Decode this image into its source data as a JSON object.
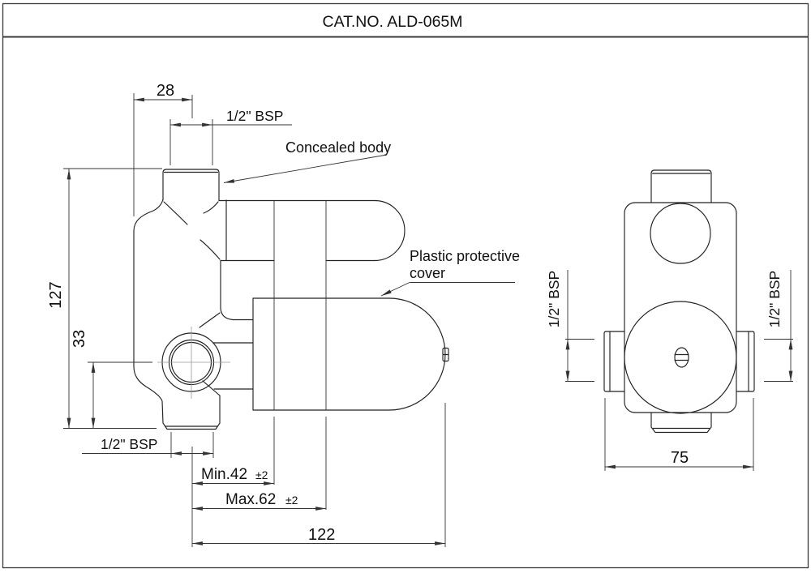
{
  "title_block": {
    "catalog_number": "CAT.NO. ALD-065M"
  },
  "front_view": {
    "callouts": {
      "concealed_body": "Concealed body",
      "protective_cover_line1": "Plastic protective",
      "protective_cover_line2": "cover"
    },
    "dimensions": {
      "top_offset": "28",
      "top_thread": "1/2\" BSP",
      "overall_height": "127",
      "outlet_height": "33",
      "bottom_thread": "1/2\" BSP",
      "min_depth": "Min.42",
      "min_depth_tolerance": "±2",
      "max_depth": "Max.62",
      "max_depth_tolerance": "±2",
      "overall_depth": "122"
    }
  },
  "side_view": {
    "dimensions": {
      "left_thread": "1/2\" BSP",
      "right_thread": "1/2\" BSP",
      "overall_width": "75"
    }
  },
  "colors": {
    "background": "#ffffff",
    "outline": "#222222",
    "dimension_line": "#333333",
    "centerline": "#9a9a9a",
    "text": "#111111"
  }
}
